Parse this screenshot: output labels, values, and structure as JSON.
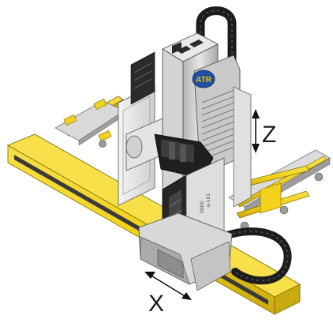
{
  "figure": {
    "axis_labels": {
      "z": "Z",
      "x": "X"
    },
    "logo_text": "ATR",
    "head_markings": [
      "e-101",
      "0000"
    ],
    "colors": {
      "rail_yellow": "#f2d21b",
      "rail_yellow_dark": "#c9aa10",
      "frame_gray": "#cfcfcf",
      "frame_gray_dark": "#8c8c8c",
      "panel_light": "#ececec",
      "cable_black": "#1c1c1c",
      "logo_blue": "#1f4fa0",
      "logo_yellow": "#f2c200"
    }
  }
}
